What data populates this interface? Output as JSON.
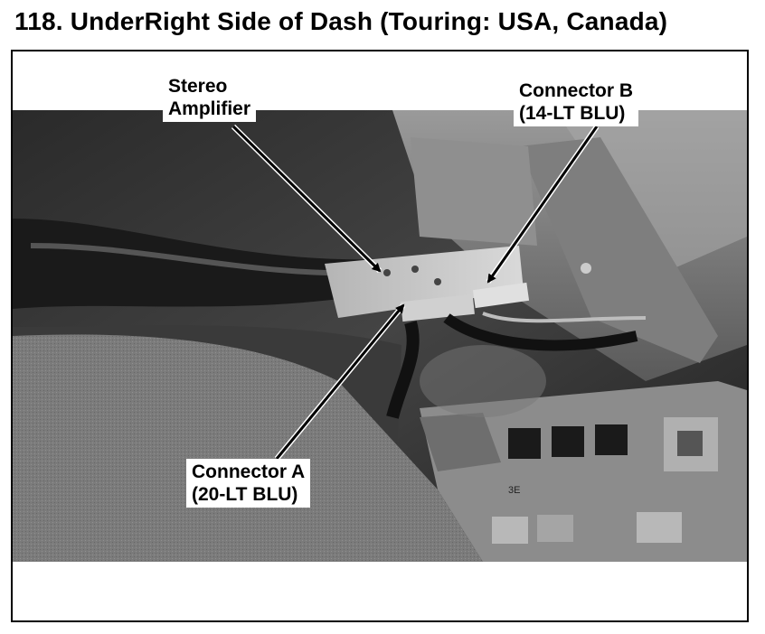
{
  "page": {
    "title": "118. UnderRight Side of Dash (Touring:  USA, Canada)"
  },
  "labels": {
    "stereo_amplifier": {
      "line1": "Stereo",
      "line2": "Amplifier"
    },
    "connector_b": {
      "line1": "Connector B",
      "line2": "(14-LT BLU)"
    },
    "connector_a": {
      "line1": "Connector A",
      "line2": "(20-LT BLU)"
    }
  },
  "photo_text": {
    "fuse_box_marking": "3E"
  },
  "colors": {
    "ink": "#000000",
    "paper": "#ffffff"
  }
}
